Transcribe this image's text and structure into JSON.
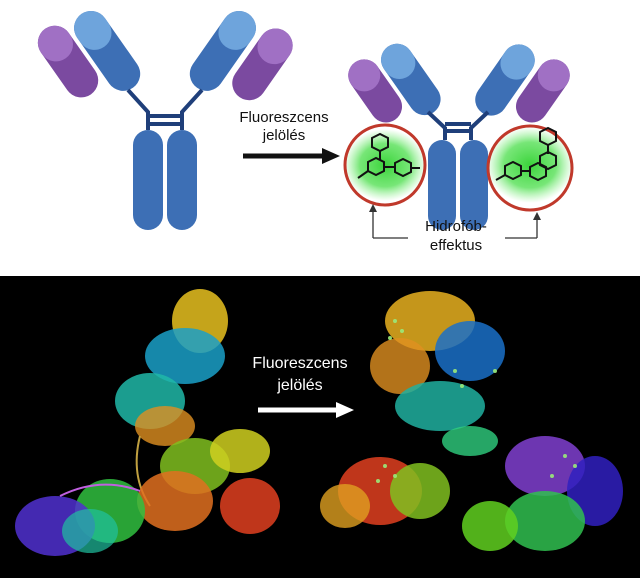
{
  "top": {
    "arrow_label_line1": "Fluoreszcens",
    "arrow_label_line2": "jelölés",
    "effect_label_line1": "Hidrofób-",
    "effect_label_line2": "effektus"
  },
  "bottom": {
    "arrow_label_line1": "Fluoreszcens",
    "arrow_label_line2": "jelölés"
  },
  "colors": {
    "heavy_chain": "#3d6fb5",
    "heavy_chain_light": "#6ea4dc",
    "light_chain": "#7b4aa0",
    "light_chain_light": "#a070c4",
    "hinge": "#1f3f7a",
    "ring_highlight": "#c0392b",
    "fluorescence": "#3bd43b"
  }
}
